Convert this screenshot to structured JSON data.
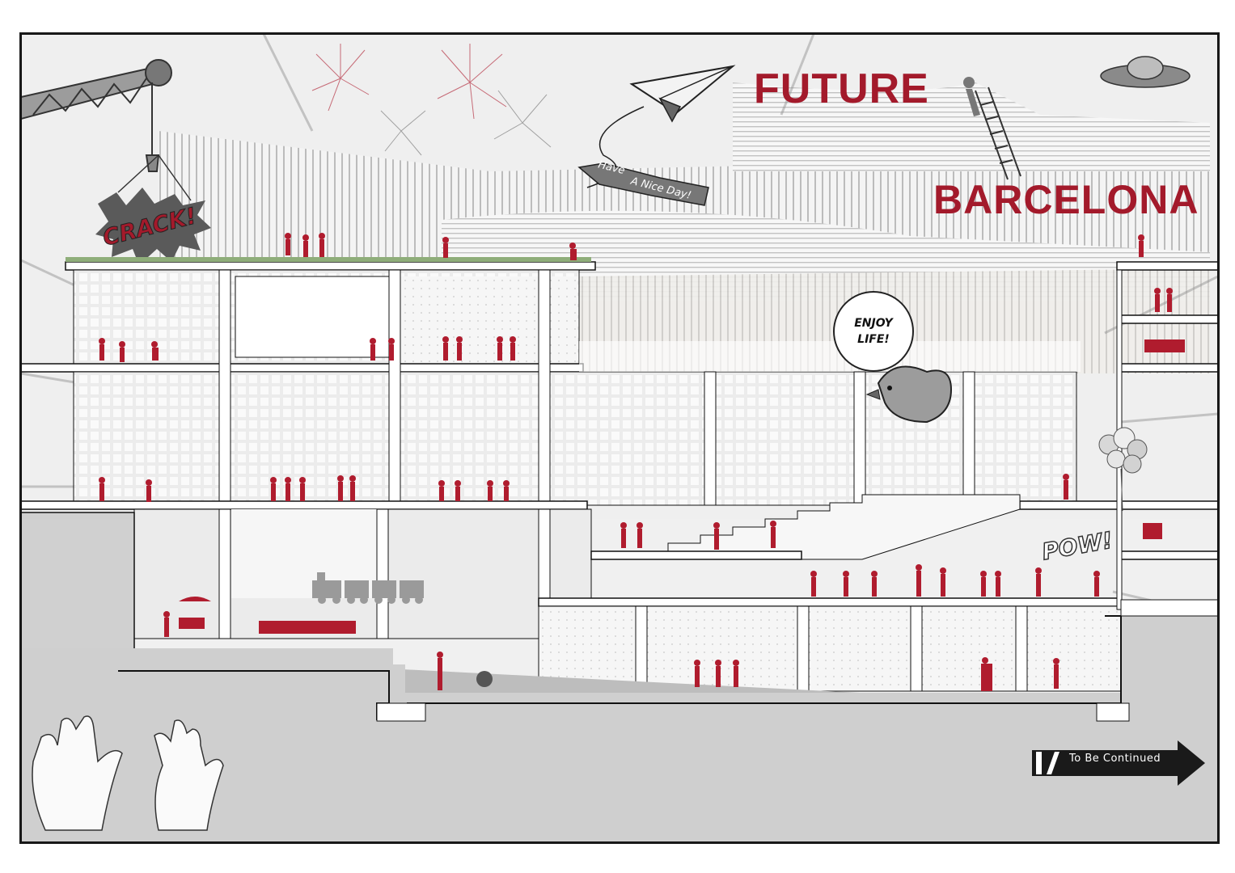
{
  "title": {
    "line1": "FUTURE",
    "line2": "BARCELONA"
  },
  "comic": {
    "crack": "CRACK!",
    "pow": "POW!",
    "bubble_line1": "ENJOY",
    "bubble_line2": "LIFE!"
  },
  "banner": {
    "word1": "Have",
    "word2": "A Nice Day!"
  },
  "footer": {
    "continue_label": "To Be Continued"
  },
  "colors": {
    "accent": "#a31a2b",
    "figure": "#b01c2e",
    "ground": "#cfcfcf",
    "structure": "#ffffff",
    "line": "#1a1a1a",
    "sky": "#efefef"
  },
  "icons": [
    "crane-icon",
    "paper-plane-icon",
    "fireworks-icon",
    "ufo-icon",
    "bird-icon",
    "balloons-icon",
    "train-icon",
    "hands-icon",
    "arrow-right-icon"
  ]
}
